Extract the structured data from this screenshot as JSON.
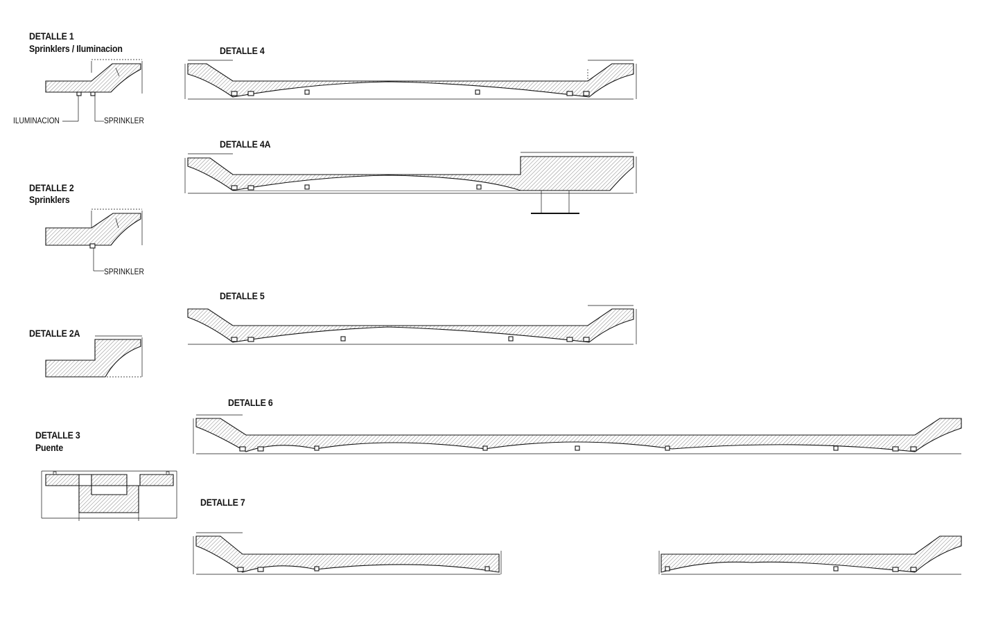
{
  "details": [
    {
      "id": "d1",
      "title": "DETALLE 1",
      "subtitle": "Sprinklers / Iluminacion"
    },
    {
      "id": "d2",
      "title": "DETALLE 2",
      "subtitle": "Sprinklers"
    },
    {
      "id": "d2a",
      "title": "DETALLE 2A",
      "subtitle": ""
    },
    {
      "id": "d3",
      "title": "DETALLE 3",
      "subtitle": "Puente"
    },
    {
      "id": "d4",
      "title": "DETALLE 4",
      "subtitle": ""
    },
    {
      "id": "d4a",
      "title": "DETALLE 4A",
      "subtitle": ""
    },
    {
      "id": "d5",
      "title": "DETALLE 5",
      "subtitle": ""
    },
    {
      "id": "d6",
      "title": "DETALLE 6",
      "subtitle": ""
    },
    {
      "id": "d7",
      "title": "DETALLE 7",
      "subtitle": ""
    }
  ],
  "callouts": {
    "iluminacion": "ILUMINACION",
    "sprinkler_1": "SPRINKLER",
    "sprinkler_2": "SPRINKLER"
  },
  "colors": {
    "line": "#111111",
    "hatch": "#555555",
    "dimension": "#333333"
  }
}
